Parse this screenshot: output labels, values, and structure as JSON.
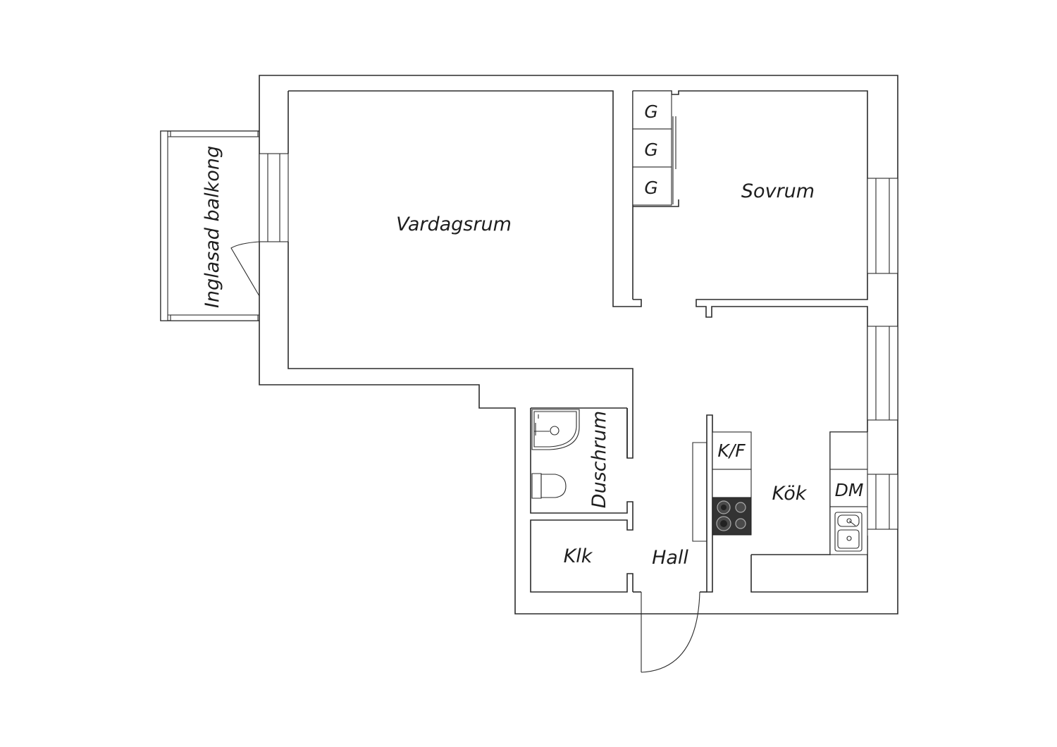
{
  "rooms": {
    "vardagsrum": "Vardagsrum",
    "sovrum": "Sovrum",
    "balkong": "Inglasad balkong",
    "duschrum": "Duschrum",
    "klk": "Klk",
    "hall": "Hall",
    "kok": "Kök"
  },
  "fixtures": {
    "wardrobe_1": "G",
    "wardrobe_2": "G",
    "wardrobe_3": "G",
    "fridge_freezer": "K/F",
    "dishwasher": "DM"
  },
  "icons": [
    "stove-icon",
    "sink-icon",
    "toilet-icon",
    "shower-icon",
    "door-swing-icon",
    "window-icon"
  ]
}
